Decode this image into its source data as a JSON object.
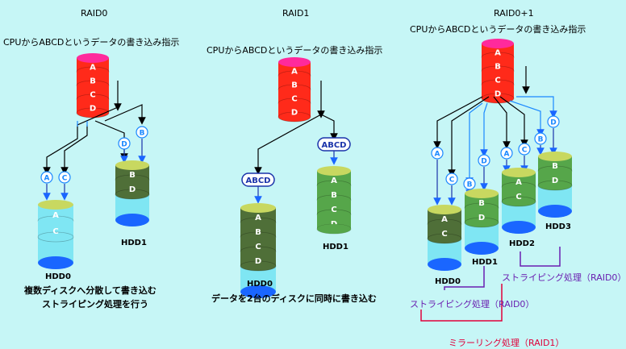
{
  "titles": {
    "raid0": "RAID0",
    "raid1": "RAID1",
    "raid01": "RAID0+1"
  },
  "cpu_instruction": "CPUからABCDというデータの書き込み指示",
  "data_block": "ABCD",
  "letters": {
    "a": "A",
    "b": "B",
    "c": "C",
    "d": "D"
  },
  "hdd": {
    "hdd0": "HDD0",
    "hdd1": "HDD1",
    "hdd2": "HDD2",
    "hdd3": "HDD3"
  },
  "captions": {
    "raid0_line1": "複数ディスクへ分散して書き込む",
    "raid0_line2": "ストライピング処理を行う",
    "raid1": "データを2台のディスクに同時に書き込む",
    "striping_right": "ストライピング処理（RAID0）",
    "striping_left": "ストライピング処理（RAID0）",
    "mirroring": "ミラーリング処理（RAID1）"
  },
  "colors": {
    "background": "#c6f6f6",
    "cpu_disk": "#ff2a1a",
    "cpu_disk_top": "#ff2a9c",
    "disk_olive": "#4f6f38",
    "disk_green": "#56a64a",
    "disk_cyan": "#7fe6f3",
    "disk_blue": "#1a66ff",
    "disk_top": "#c8d860",
    "line_black": "#000000",
    "line_blue": "#1a88ff",
    "purple_text": "#6a1fb0",
    "red_text": "#e0003a"
  }
}
